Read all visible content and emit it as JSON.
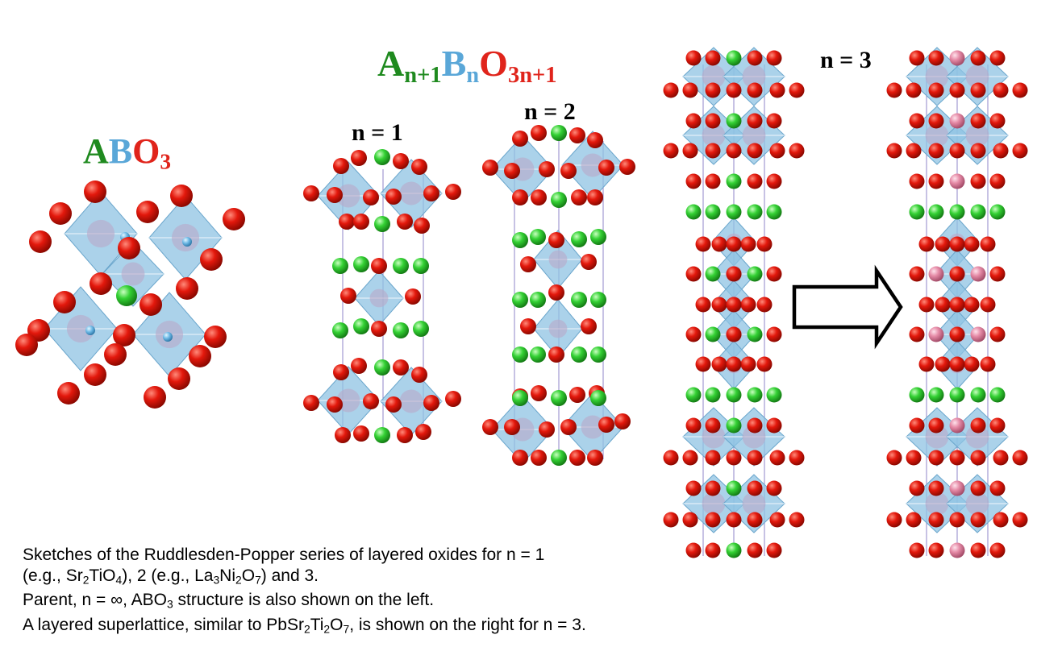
{
  "title": {
    "A": "A",
    "B": "B",
    "O": "O",
    "sub_A": "n+1",
    "sub_B": "n",
    "sub_O": "3n+1"
  },
  "abo3": {
    "A": "A",
    "B": "B",
    "O": "O",
    "sub": "3"
  },
  "labels": {
    "n1": "n = 1",
    "n2": "n = 2",
    "n3": "n = 3"
  },
  "caption": {
    "line1": "Sketches of the Ruddlesden-Popper series of layered oxides for n = 1",
    "line2_a": "(e.g., Sr",
    "line2_sub1": "2",
    "line2_b": "TiO",
    "line2_sub2": "4",
    "line2_c": "), 2 (e.g., La",
    "line2_sub3": "3",
    "line2_d": "Ni",
    "line2_sub4": "2",
    "line2_e": "O",
    "line2_sub5": "7",
    "line2_f": ") and 3.",
    "line3_a": "Parent, n = ∞, ABO",
    "line3_sub": "3",
    "line3_b": " structure is also shown on the left.",
    "line4_a": "A layered superlattice, similar to PbSr",
    "line4_sub1": "2",
    "line4_b": "Ti",
    "line4_sub2": "2",
    "line4_c": "O",
    "line4_sub3": "7",
    "line4_d": ", is shown on the right for n = 3."
  },
  "colors": {
    "A_site": "#1f8a1f",
    "B_site": "#5aa7d8",
    "O_site": "#e0241b",
    "oxygen_atom": "#d9190f",
    "a_atom": "#3bd43b",
    "pb_atom": "#e58aa6",
    "octahedron": "#8fc3e3",
    "arrow": "#000000"
  }
}
